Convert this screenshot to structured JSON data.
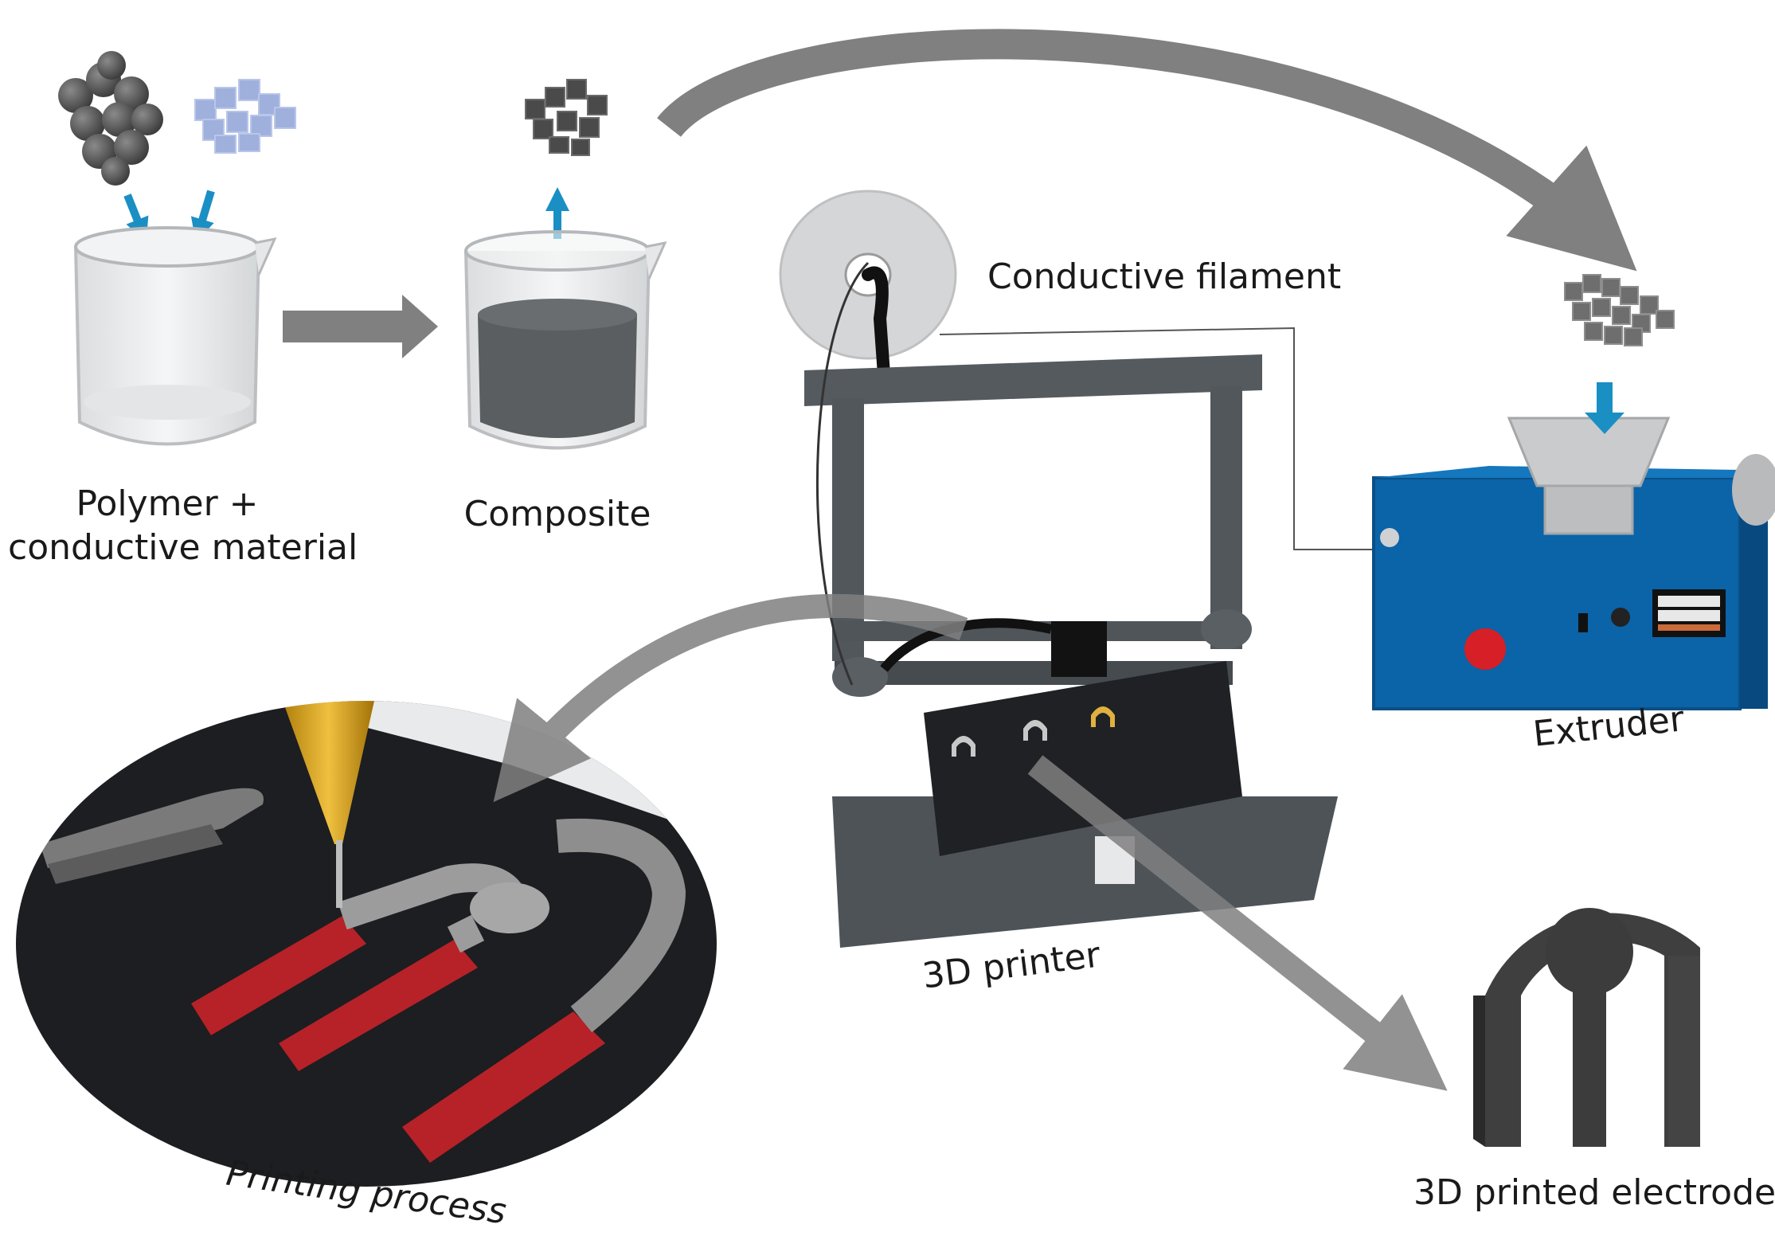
{
  "labels": {
    "polymer_line1": "Polymer +",
    "polymer_line2": "conductive material",
    "composite": "Composite",
    "conductive_filament": "Conductive filament",
    "extruder": "Extruder",
    "printer": "3D printer",
    "printing_process": "Printing process",
    "electrode": "3D printed electrode"
  },
  "colors": {
    "arrow_gray": "#808080",
    "flow_blue": "#1a8fc4",
    "extruder_body": "#0b63a8",
    "printer_frame": "#4a4f54",
    "bed": "#1f2124",
    "nozzle_gold": "#d4a017",
    "trace_red": "#c0282f",
    "electrode_dark": "#3c3c3c"
  },
  "icons": [
    "polymer-spheres-icon",
    "conductive-cubes-icon",
    "composite-cluster-icon",
    "filament-spool-icon",
    "extruder-machine-icon",
    "printer-icon",
    "electrode-icon"
  ]
}
